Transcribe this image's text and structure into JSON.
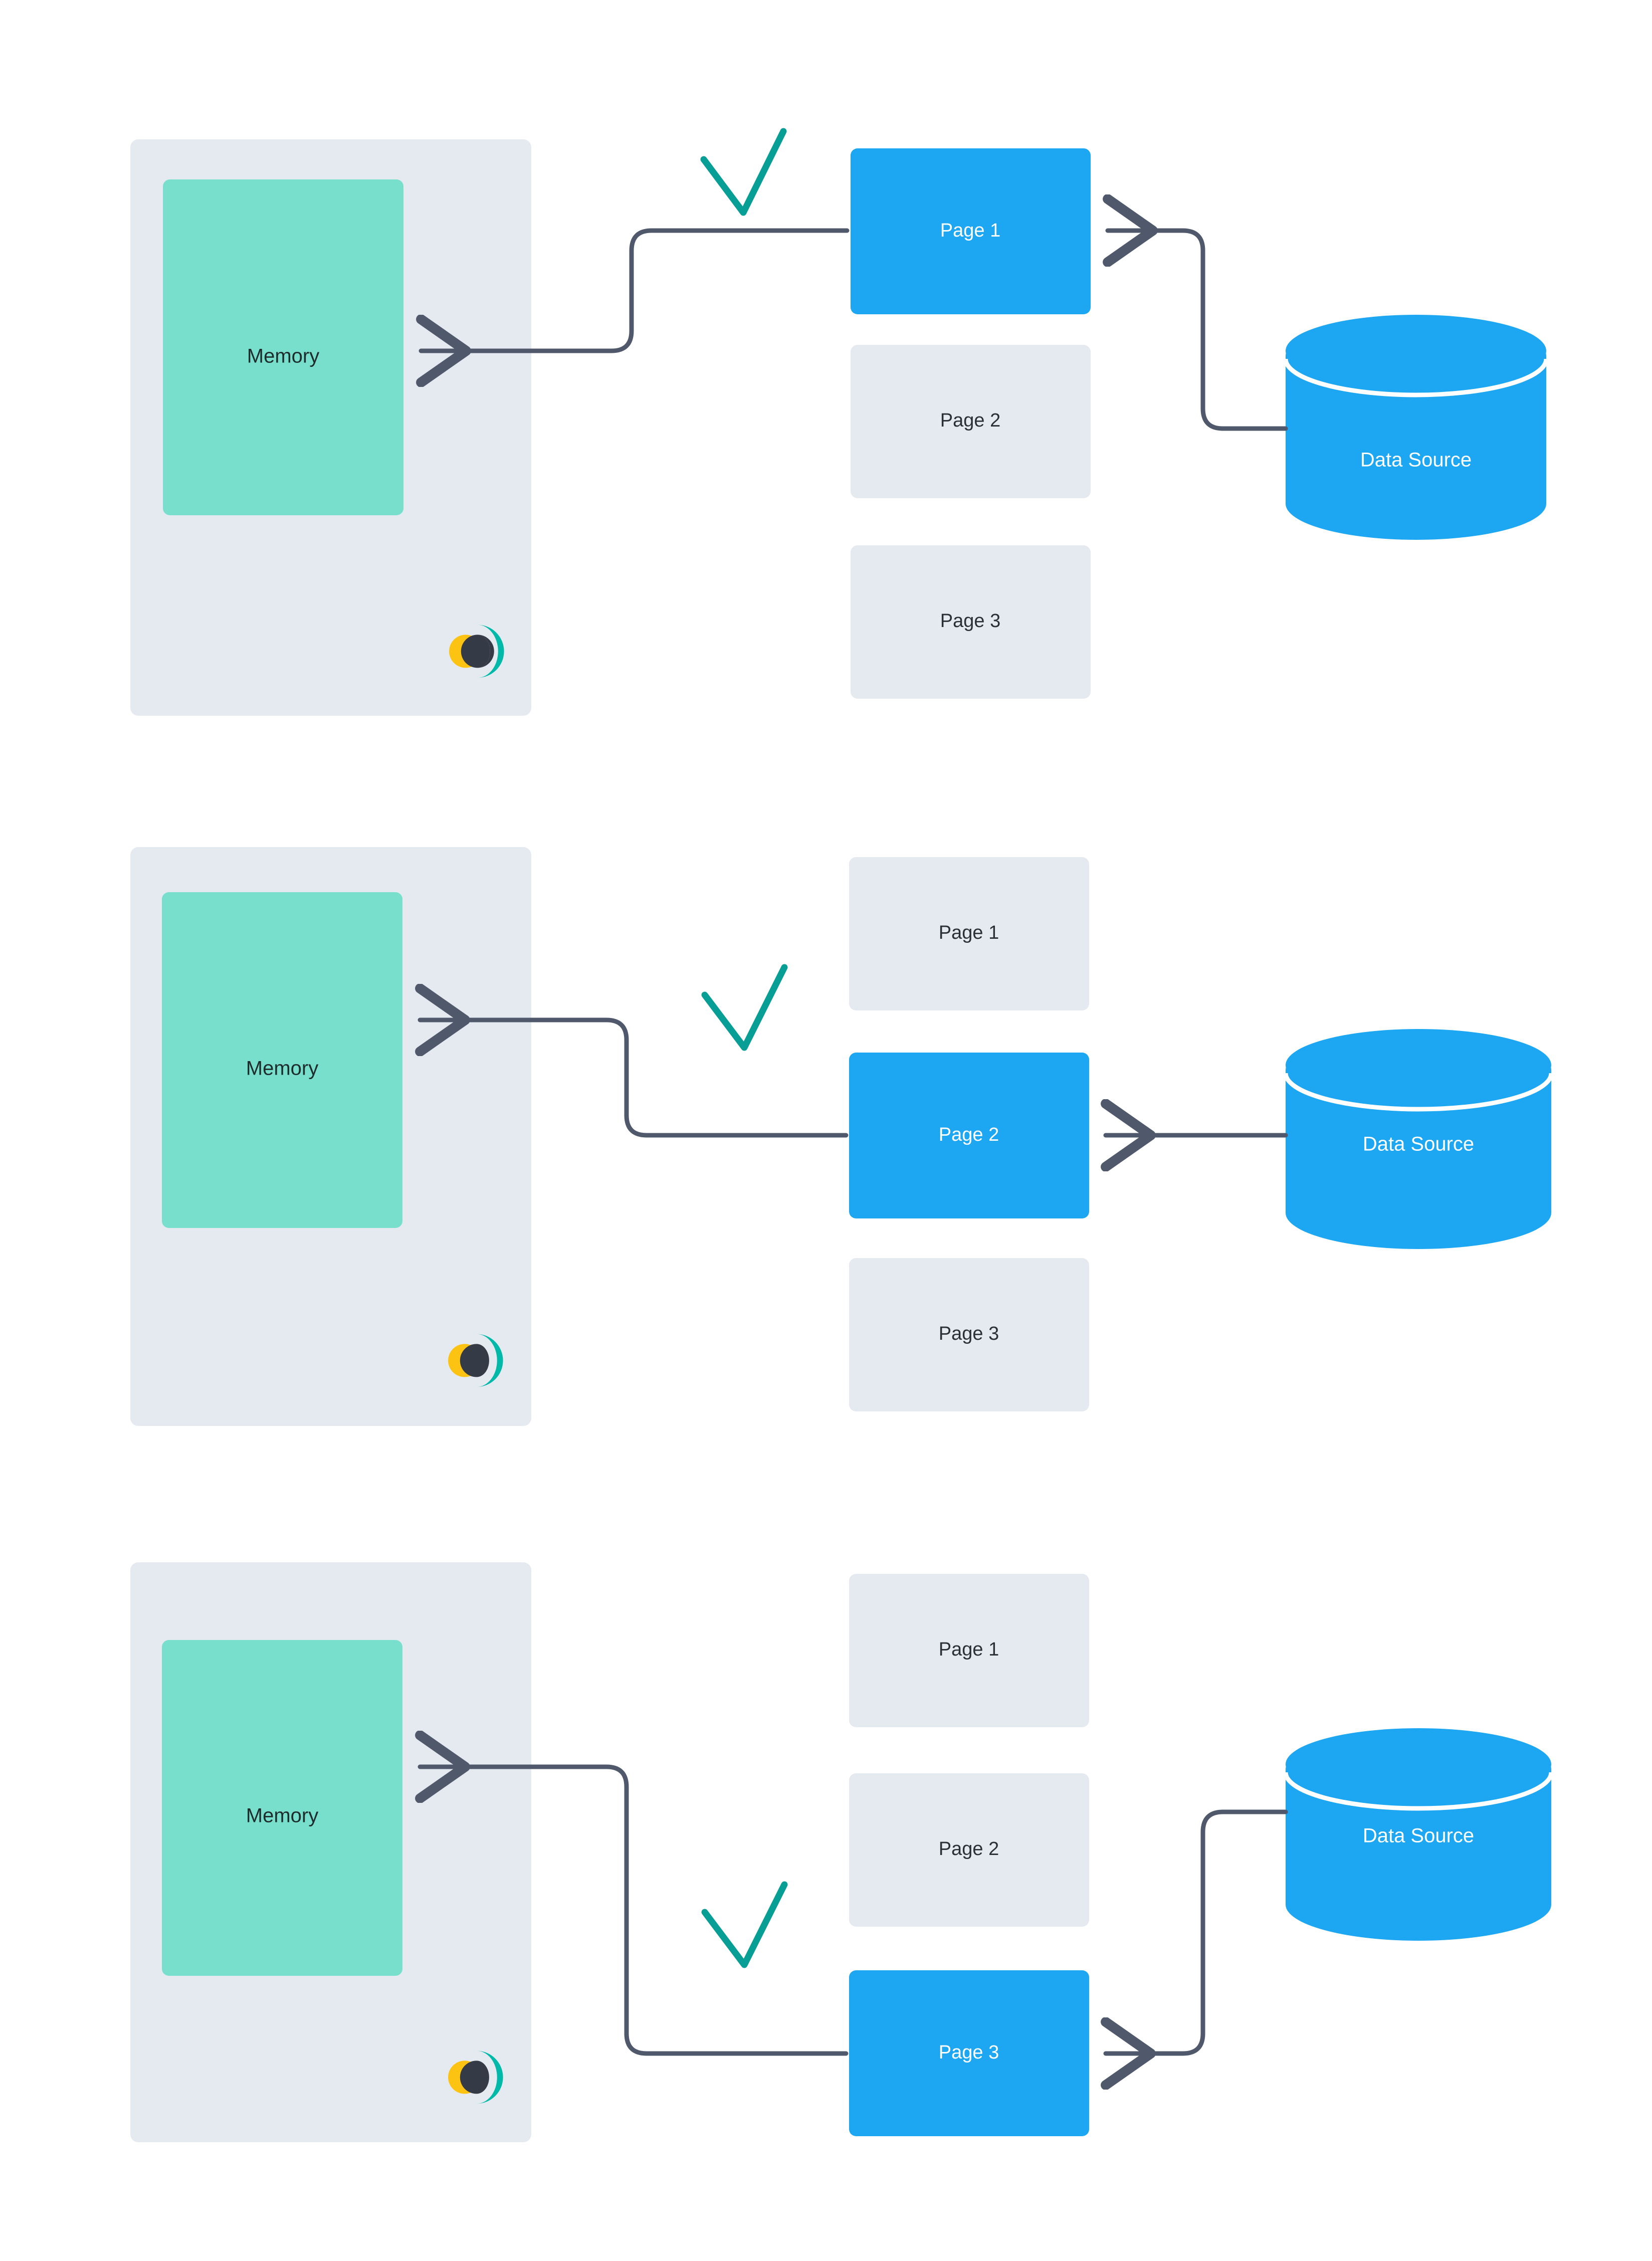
{
  "meta": {
    "title": "Memory paging from data source — three sequential steps",
    "background": "#ffffff"
  },
  "colors": {
    "panel_bg": "#e5e9f0",
    "memory_fill": "#78dfcd",
    "page_inactive": "#e5e9f0",
    "page_active": "#1da7f2",
    "datasource": "#1da7f2",
    "datasource_stroke": "#ffffff",
    "arrow": "#50596b",
    "check": "#079e96",
    "logo_teal": "#00b9a8",
    "logo_dark": "#343a46",
    "logo_yellow": "#fdc313",
    "text_dark": "#1e2c2c",
    "text_light": "#ffffff"
  },
  "labels": {
    "memory": "Memory",
    "data_source": "Data Source",
    "page_1": "Page 1",
    "page_2": "Page 2",
    "page_3": "Page 3"
  },
  "steps": [
    {
      "id": "step-1",
      "active_page": "Page 1",
      "memory_label": "Memory",
      "data_source_label": "Data Source",
      "pages": [
        {
          "label": "Page 1",
          "active": true
        },
        {
          "label": "Page 2",
          "active": false
        },
        {
          "label": "Page 3",
          "active": false
        }
      ],
      "check_mark": "check-icon",
      "flow": "Data Source -> Page 1 -> Memory"
    },
    {
      "id": "step-2",
      "active_page": "Page 2",
      "memory_label": "Memory",
      "data_source_label": "Data Source",
      "pages": [
        {
          "label": "Page 1",
          "active": false
        },
        {
          "label": "Page 2",
          "active": true
        },
        {
          "label": "Page 3",
          "active": false
        }
      ],
      "check_mark": "check-icon",
      "flow": "Data Source -> Page 2 -> Memory"
    },
    {
      "id": "step-3",
      "active_page": "Page 3",
      "memory_label": "Memory",
      "data_source_label": "Data Source",
      "pages": [
        {
          "label": "Page 1",
          "active": false
        },
        {
          "label": "Page 2",
          "active": false
        },
        {
          "label": "Page 3",
          "active": true
        }
      ],
      "check_mark": "check-icon",
      "flow": "Data Source -> Page 3 -> Memory"
    }
  ]
}
